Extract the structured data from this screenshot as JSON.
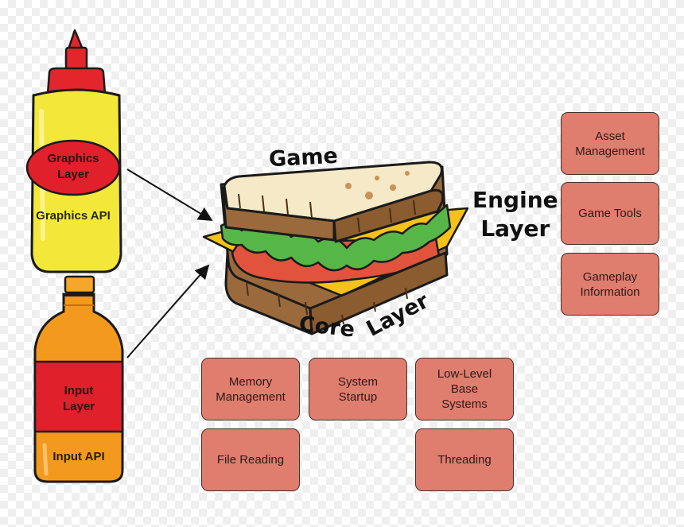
{
  "sandwich": {
    "label_game": "Game",
    "label_engine": "Engine\nLayer",
    "label_core": "Core",
    "label_layer": "Layer"
  },
  "bottles": {
    "graphics": {
      "layer_label": "Graphics\nLayer",
      "api_label": "Graphics API"
    },
    "input": {
      "layer_label": "Input\nLayer",
      "api_label": "Input API"
    }
  },
  "engine_boxes": [
    "Asset\nManagement",
    "Game Tools",
    "Gameplay\nInformation"
  ],
  "core_boxes": [
    "Memory\nManagement",
    "System\nStartup",
    "Low-Level\nBase\nSystems",
    "File Reading",
    "Threading"
  ],
  "colors": {
    "box_fill": "#df7d6e",
    "mustard": "#f3e83a",
    "orange_bottle": "#f39a1e",
    "label_red": "#e0202a",
    "bread": "#9a6a3c",
    "lettuce": "#57b648",
    "tomato": "#e1533d",
    "cheese": "#f6c21a"
  }
}
